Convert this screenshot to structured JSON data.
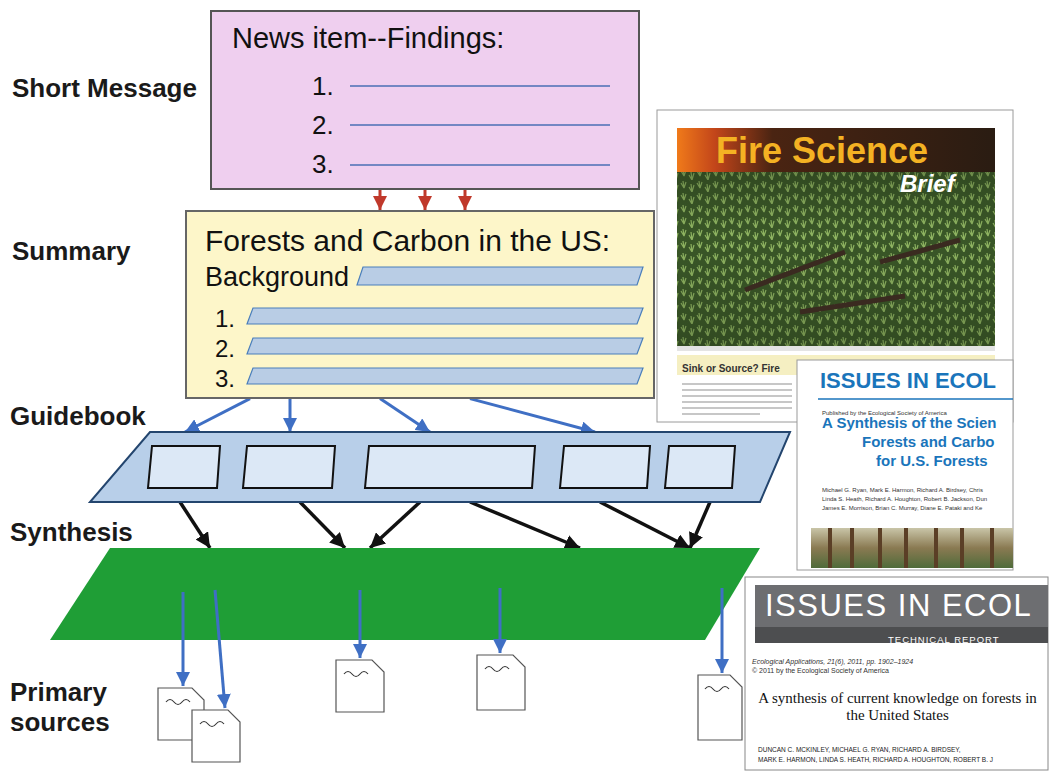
{
  "diagram": {
    "nodes": [
      {
        "text": [
          "Short Message",
          "News item--Findings:",
          "1.",
          "2.",
          "3."
        ]
      },
      {
        "text": [
          "Summary",
          "Forests and Carbon in the US:",
          "Background",
          "1.",
          "2.",
          "3."
        ]
      },
      {
        "text": [
          "Guidebook"
        ]
      },
      {
        "text": [
          "Synthesis"
        ]
      }
    ],
    "edges": [
      {
        "from": 0,
        "to": 1,
        "arrow": "to"
      },
      {
        "from": 0,
        "to": 1,
        "arrow": "to"
      },
      {
        "from": 0,
        "to": 1,
        "arrow": "to"
      },
      {
        "from": 1,
        "to": 2,
        "arrow": "to"
      },
      {
        "from": 1,
        "to": 2,
        "arrow": "to"
      },
      {
        "from": 1,
        "to": 2,
        "arrow": "to"
      },
      {
        "from": 1,
        "to": 2,
        "arrow": "to"
      },
      {
        "from": 2,
        "to": 3,
        "arrow": "to"
      },
      {
        "from": 2,
        "to": 3,
        "arrow": "to"
      },
      {
        "from": 2,
        "to": 3,
        "arrow": "to"
      },
      {
        "from": 2,
        "to": 3,
        "arrow": "to"
      },
      {
        "from": 2,
        "to": 3,
        "arrow": "to"
      },
      {
        "from": 2,
        "to": 3,
        "arrow": "to"
      }
    ],
    "labels": [
      "Primary sources",
      "Fire Science",
      "Brief",
      "Sink or Source? Fire",
      "ISSUES IN ECOL",
      "Published by the Ecological Society of America",
      "A Synthesis of the Scien",
      "Forests and Carbo",
      "for U.S. Forests",
      "Michael G. Ryan, Mark E. Harmon, Richard A. Birdsey, Chris",
      "Linda S. Heath, Richard A. Houghton, Robert B. Jackson, Dun",
      "James E. Morrison, Brian C. Murray, Diane E. Pataki and Ke",
      "ISSUES IN ECOL",
      "TECHNICAL REPORT",
      "Ecological Applications, 21(6), 2011, pp. 1902–1924",
      "© 2011 by the Ecological Society of America",
      "A synthesis of current knowledge on forests in the United States",
      "DUNCAN C. MCKINLEY, MICHAEL G. RYAN, RICHARD A. BIRDSEY,",
      "MARK E. HARMON, LINDA S. HEATH, RICHARD A. HOUGHTON, ROBERT B. J"
    ]
  }
}
